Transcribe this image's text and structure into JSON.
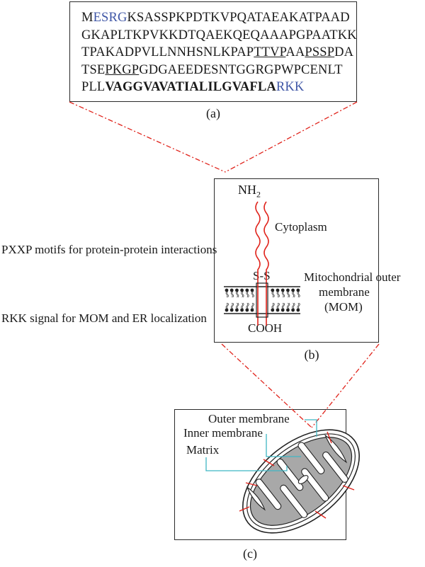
{
  "panel_a": {
    "label": "(a)",
    "lines": [
      [
        {
          "t": "M",
          "s": ""
        },
        {
          "t": "ESRG",
          "s": "blue"
        },
        {
          "t": "KSASSPKPDTKVPQATAEAKATPAAD",
          "s": ""
        }
      ],
      [
        {
          "t": "GKAPLTKPVKKDTQAEKQEQAAAPGPAATKK",
          "s": ""
        }
      ],
      [
        {
          "t": "TPAKADPVLLNNHSNLKPAP",
          "s": ""
        },
        {
          "t": "TTVP",
          "s": "ul"
        },
        {
          "t": "AA",
          "s": ""
        },
        {
          "t": "PSSP",
          "s": "ul"
        },
        {
          "t": "DA",
          "s": ""
        }
      ],
      [
        {
          "t": "TSE",
          "s": ""
        },
        {
          "t": "PKGP",
          "s": "ul"
        },
        {
          "t": "GDGAEEDESNTGGRGPWPCENLT",
          "s": ""
        }
      ],
      [
        {
          "t": "PLL",
          "s": ""
        },
        {
          "t": "VAGGVAVATIALILGVAFLA",
          "s": "bold"
        },
        {
          "t": "RKK",
          "s": "blue"
        }
      ]
    ]
  },
  "panel_b": {
    "label": "(b)",
    "nh2": "NH",
    "nh2_sub": "2",
    "cytoplasm": "Cytoplasm",
    "ss": "S-S",
    "cooh": "COOH",
    "mom_line1": "Mitochondrial outer",
    "mom_line2": "membrane",
    "mom_line3": "(MOM)",
    "pxxp_label": "PXXP motifs for protein-protein interactions",
    "rkk_label": "RKK signal for MOM and ER localization"
  },
  "panel_c": {
    "label": "(c)",
    "outer_membrane": "Outer membrane",
    "inner_membrane": "Inner membrane",
    "matrix": "Matrix"
  },
  "colors": {
    "blue_text": "#3f56a6",
    "red": "#e0231b",
    "cyan": "#3fb6c4",
    "matrix_gray": "#a8a8a8"
  }
}
